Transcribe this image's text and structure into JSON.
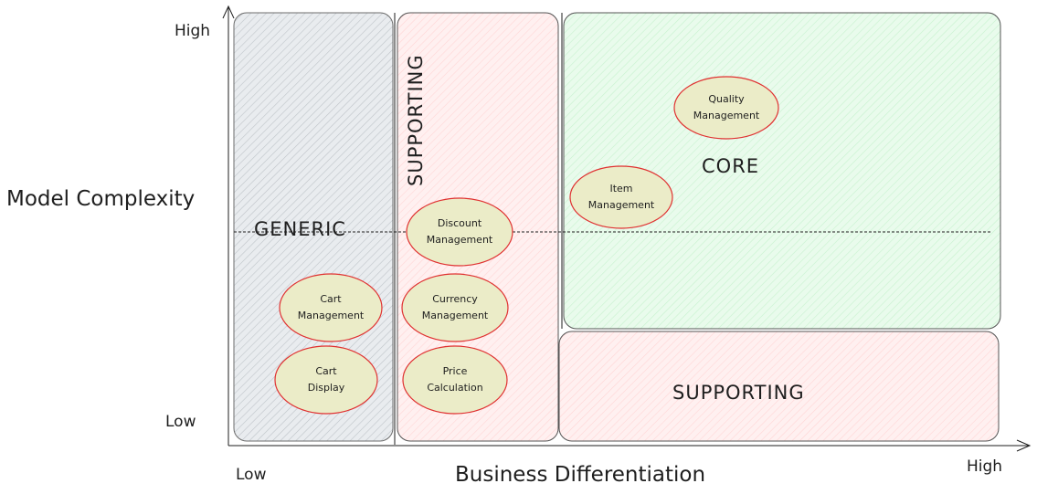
{
  "axes": {
    "y_title": "Model Complexity",
    "y_high": "High",
    "y_low": "Low",
    "x_title": "Business Differentiation",
    "x_low": "Low",
    "x_high": "High"
  },
  "zones": {
    "generic": {
      "label": "GENERIC",
      "fill": "#ced4da"
    },
    "supporting_vertical": {
      "label": "SUPPORTING",
      "fill": "#ffe3e3"
    },
    "core": {
      "label": "CORE",
      "fill": "#d3f9d8"
    },
    "supporting_bottom": {
      "label": "SUPPORTING",
      "fill": "#ffe3e3"
    }
  },
  "nodes": {
    "quality_management": "Quality\nManagement",
    "item_management": "Item\nManagement",
    "discount_management": "Discount\nManagement",
    "currency_management": "Currency\nManagement",
    "cart_management": "Cart\nManagement",
    "cart_display": "Cart\nDisplay",
    "price_calculation": "Price\nCalculation"
  },
  "colors": {
    "stroke": "#1e1e1e",
    "node_fill": "#ebecc8",
    "node_stroke": "#e03131"
  }
}
